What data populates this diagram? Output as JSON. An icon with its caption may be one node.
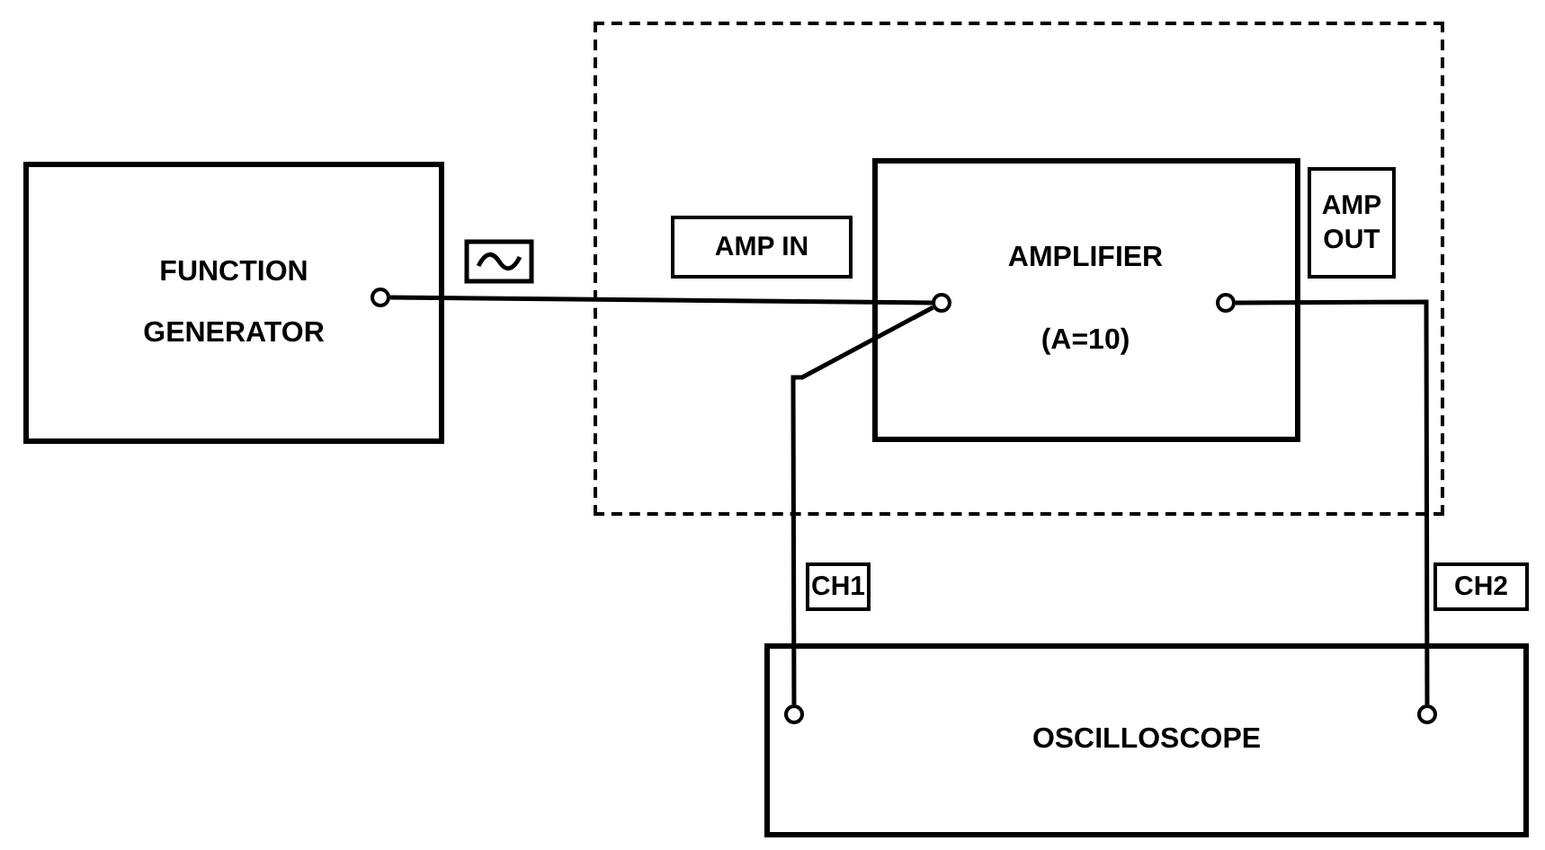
{
  "diagram": {
    "nodes": [
      {
        "text": [],
        "shape": "box"
      },
      {
        "text": [
          "FUNCTION GENERATOR"
        ]
      },
      {
        "text": [],
        "shape": "circle",
        "in": 1
      },
      {
        "text": [
          "AMPLIFIER",
          "(A=10)"
        ],
        "in": 0
      },
      {
        "text": [],
        "shape": "circle",
        "in": 3
      },
      {
        "text": [],
        "shape": "circle",
        "in": 3
      },
      {
        "text": [
          "OSCILLOSCOPE"
        ]
      },
      {
        "text": [],
        "shape": "circle",
        "in": 6
      },
      {
        "text": [],
        "shape": "circle",
        "in": 6
      }
    ],
    "edges": [
      {
        "from": 2,
        "to": 4,
        "arrow": "none"
      },
      {
        "from": 4,
        "to": 7,
        "arrow": "none"
      },
      {
        "from": 5,
        "to": 8,
        "arrow": "none"
      }
    ],
    "labels": [
      "AMP IN",
      "AMP OUT",
      "CH1",
      "CH2"
    ]
  }
}
